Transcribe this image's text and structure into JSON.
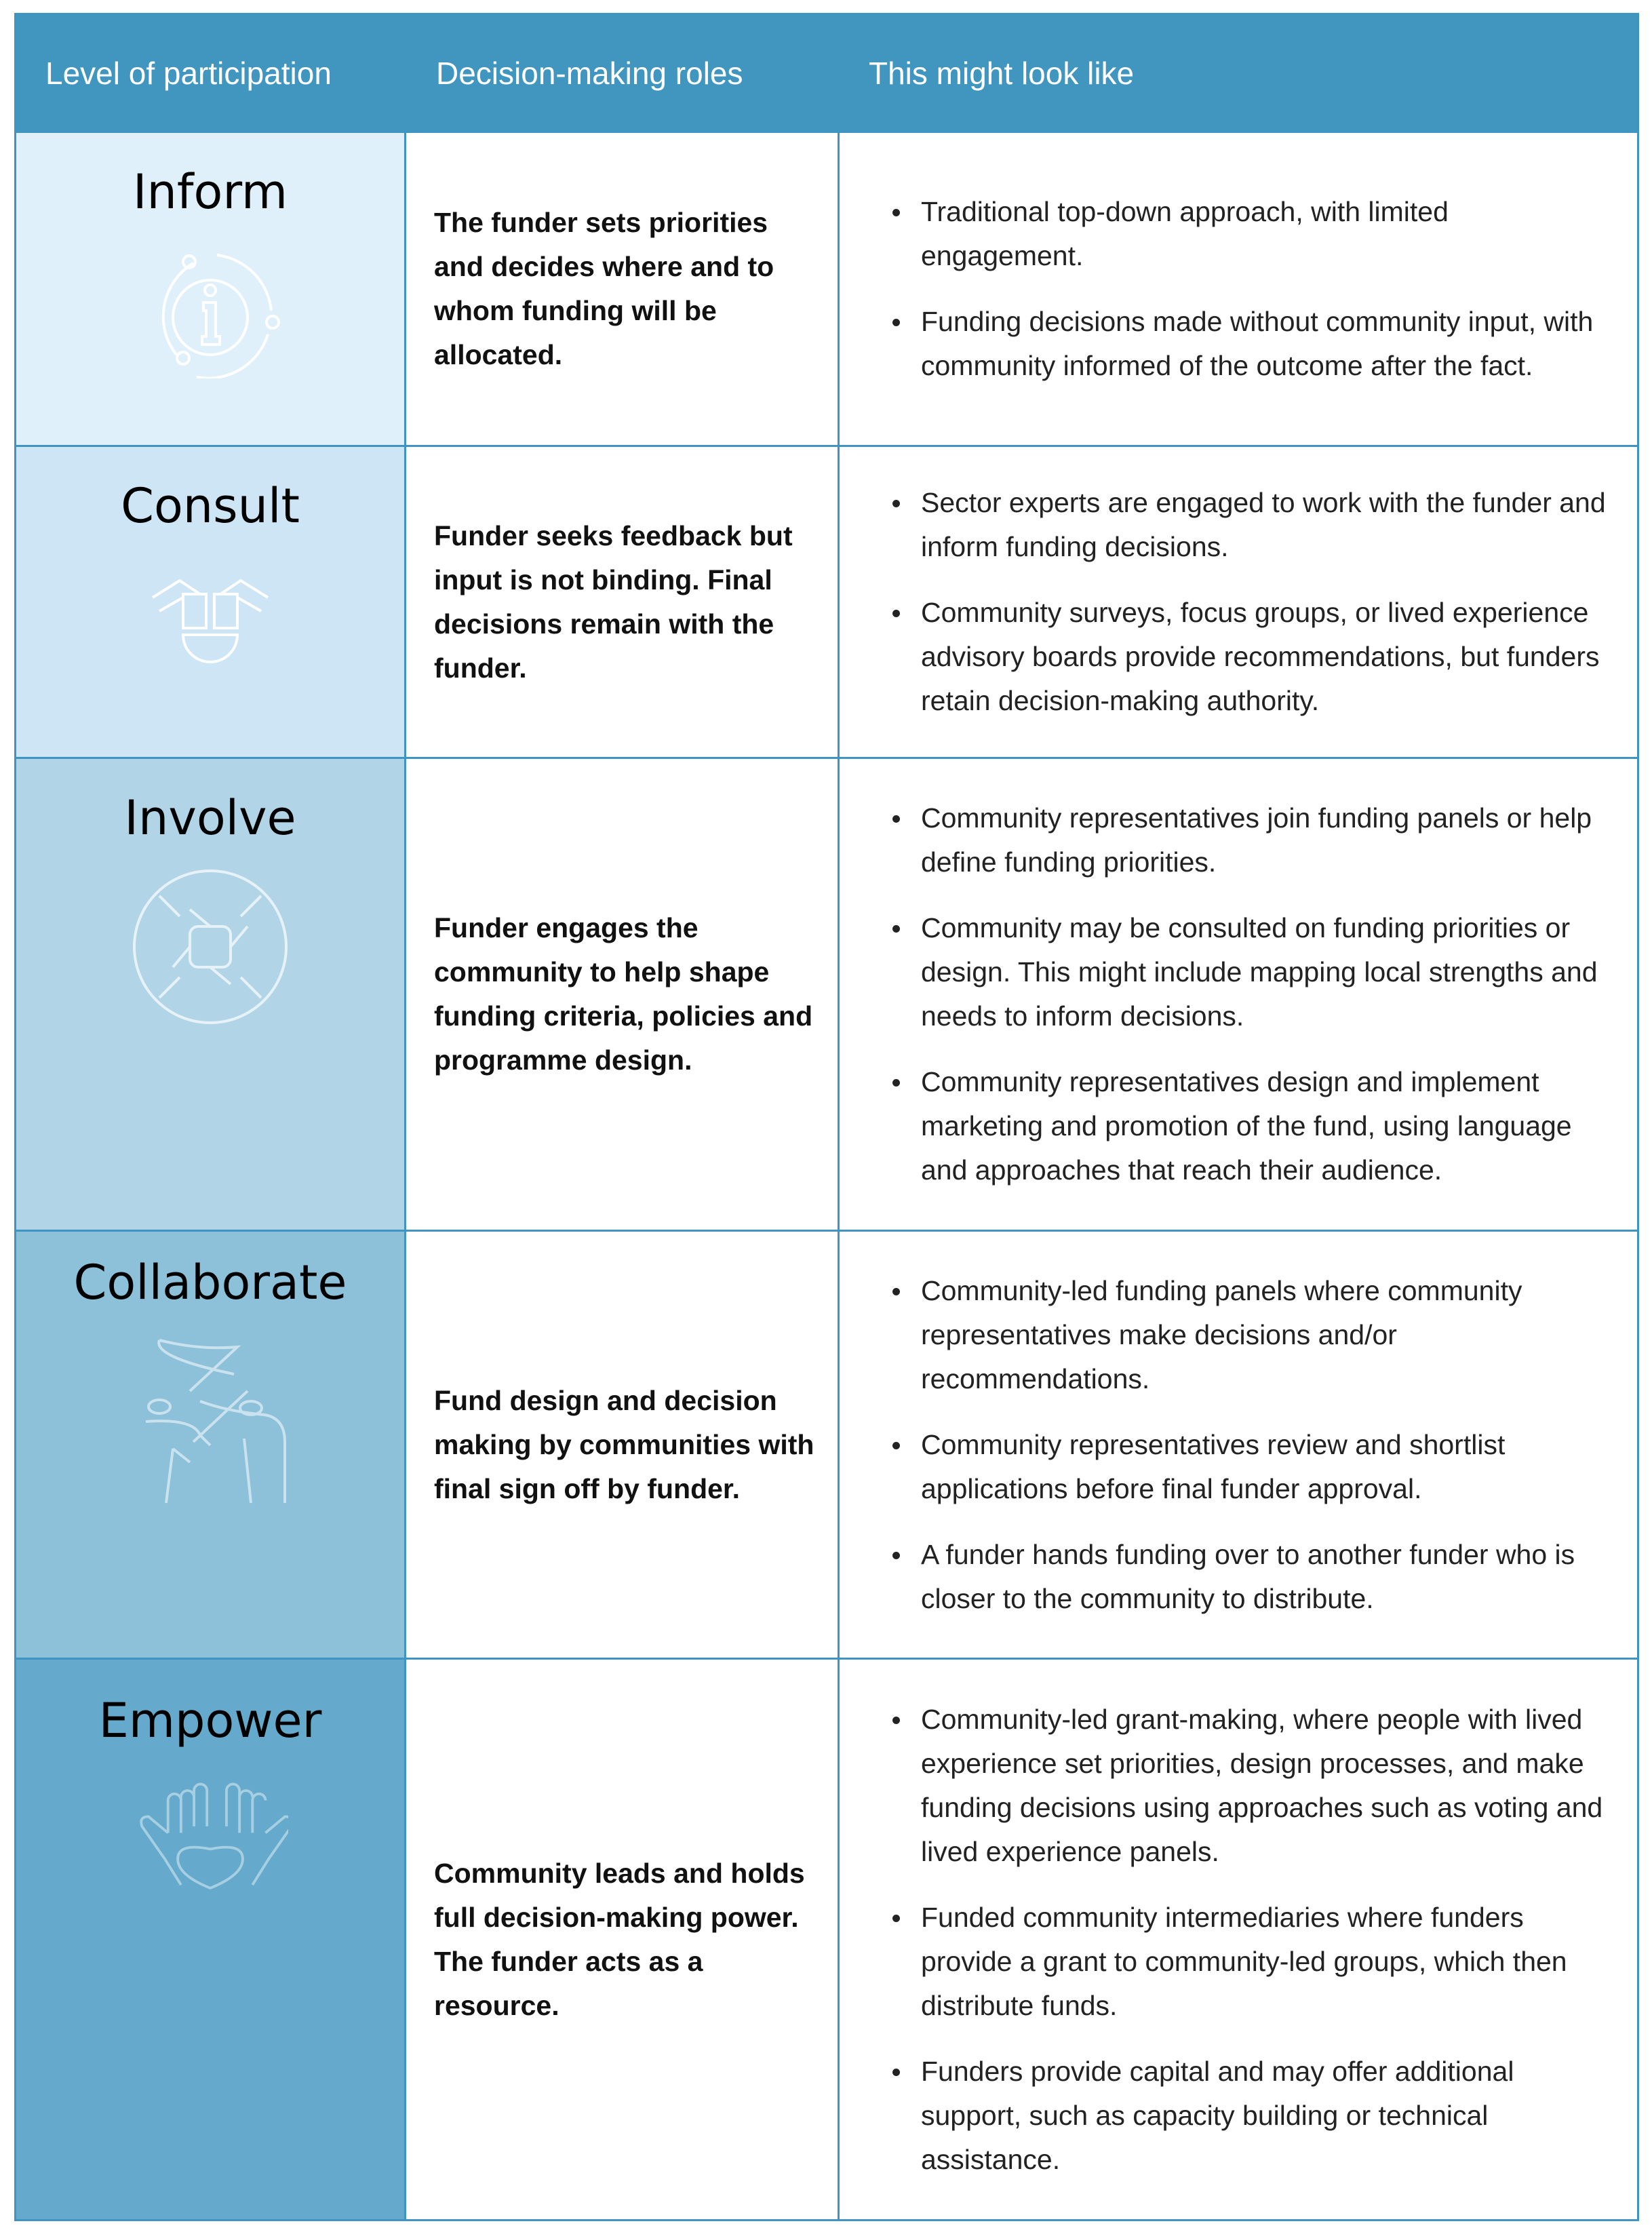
{
  "header": {
    "col1": "Level of participation",
    "col2": "Decision-making roles",
    "col3": "This might look like"
  },
  "colors": {
    "header": "#4196c0",
    "border": "#3f95c2",
    "inform": "#dff0fa",
    "consult": "#cde5f4",
    "involve": "#b1d5e6",
    "collaborate": "#8dc0d9",
    "empower": "#65aacc"
  },
  "rows": [
    {
      "level": "Inform",
      "icon": "info-orbit-icon",
      "role": "The funder sets priorities and decides where and to whom funding will be allocated.",
      "examples": [
        "Traditional top-down approach, with limited engagement.",
        "Funding decisions made without community input, with community informed of the outcome after the fact."
      ]
    },
    {
      "level": "Consult",
      "icon": "hands-puzzle-icon",
      "role": "Funder seeks feedback but input is not binding. Final decisions remain with the funder.",
      "examples": [
        "Sector experts are engaged to work with the funder and inform funding decisions.",
        "Community surveys, focus groups, or lived experience advisory boards provide recommendations, but funders retain decision-making authority."
      ]
    },
    {
      "level": "Involve",
      "icon": "joined-hands-icon",
      "role": "Funder engages the community to help shape funding criteria, policies and programme design.",
      "examples": [
        "Community representatives join funding panels or help define funding priorities.",
        "Community may be consulted on funding priorities or design. This might include mapping local strengths and needs to inform decisions.",
        "Community representatives design and implement marketing and promotion of the fund, using language and approaches that reach their audience."
      ]
    },
    {
      "level": "Collaborate",
      "icon": "people-flag-icon",
      "role": "Fund design and decision making by communities with final sign off by funder.",
      "examples": [
        "Community-led funding panels where community representatives make decisions and/or recommendations.",
        "Community representatives review and shortlist applications before final funder approval.",
        "A funder hands funding over to another funder who is closer to the community to distribute."
      ]
    },
    {
      "level": "Empower",
      "icon": "hands-heart-icon",
      "role": "Community leads and holds full decision-making power. The funder acts as a resource.",
      "examples": [
        "Community-led grant-making, where people with lived experience set priorities, design processes, and make funding decisions using approaches such as voting and lived experience panels.",
        "Funded community intermediaries where funders provide a grant to community-led groups, which then distribute funds.",
        "Funders provide capital and may offer additional support, such as capacity building or technical assistance."
      ]
    }
  ]
}
